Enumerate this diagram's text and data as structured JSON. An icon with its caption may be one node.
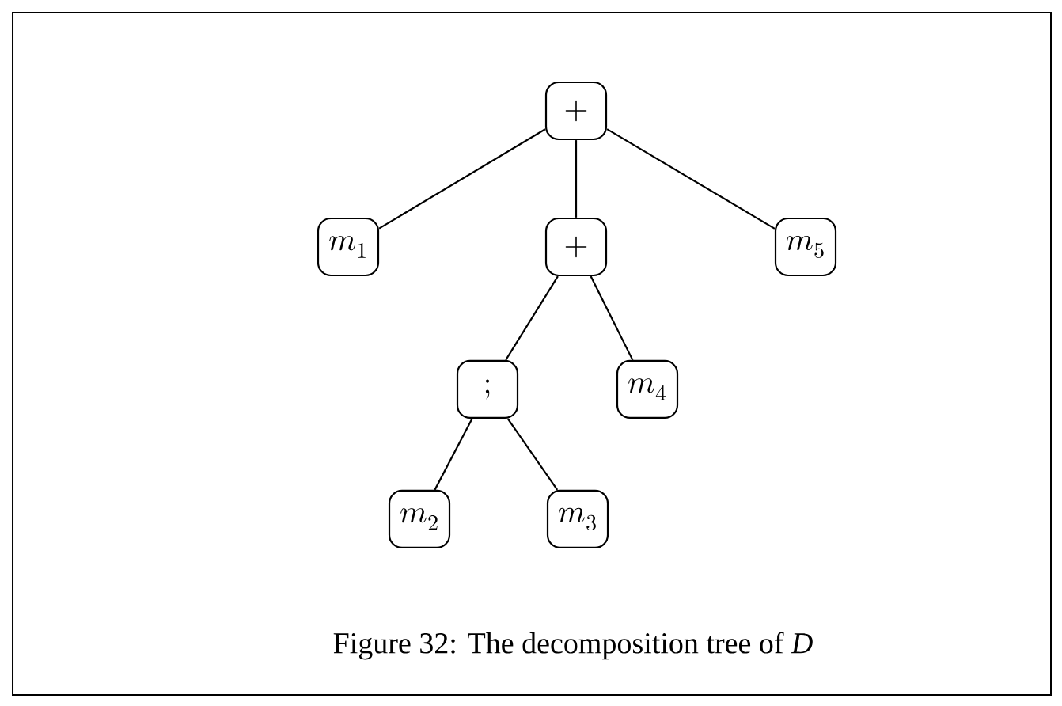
{
  "diagram": {
    "caption": "Figure 32: The decomposition tree of *D*",
    "nodes": [
      {
        "text": [
          "+"
        ]
      },
      {
        "text": [
          "m_1"
        ]
      },
      {
        "text": [
          "+"
        ]
      },
      {
        "text": [
          "m_5"
        ]
      },
      {
        "text": [
          ";"
        ]
      },
      {
        "text": [
          "m_4"
        ]
      },
      {
        "text": [
          "m_2"
        ]
      },
      {
        "text": [
          "m_3"
        ]
      }
    ],
    "edges": [
      {
        "from": 0,
        "to": 1,
        "arrow": "none"
      },
      {
        "from": 0,
        "to": 2,
        "arrow": "none"
      },
      {
        "from": 0,
        "to": 3,
        "arrow": "none"
      },
      {
        "from": 2,
        "to": 4,
        "arrow": "none"
      },
      {
        "from": 2,
        "to": 5,
        "arrow": "none"
      },
      {
        "from": 4,
        "to": 6,
        "arrow": "none"
      },
      {
        "from": 4,
        "to": 7,
        "arrow": "none"
      }
    ]
  }
}
